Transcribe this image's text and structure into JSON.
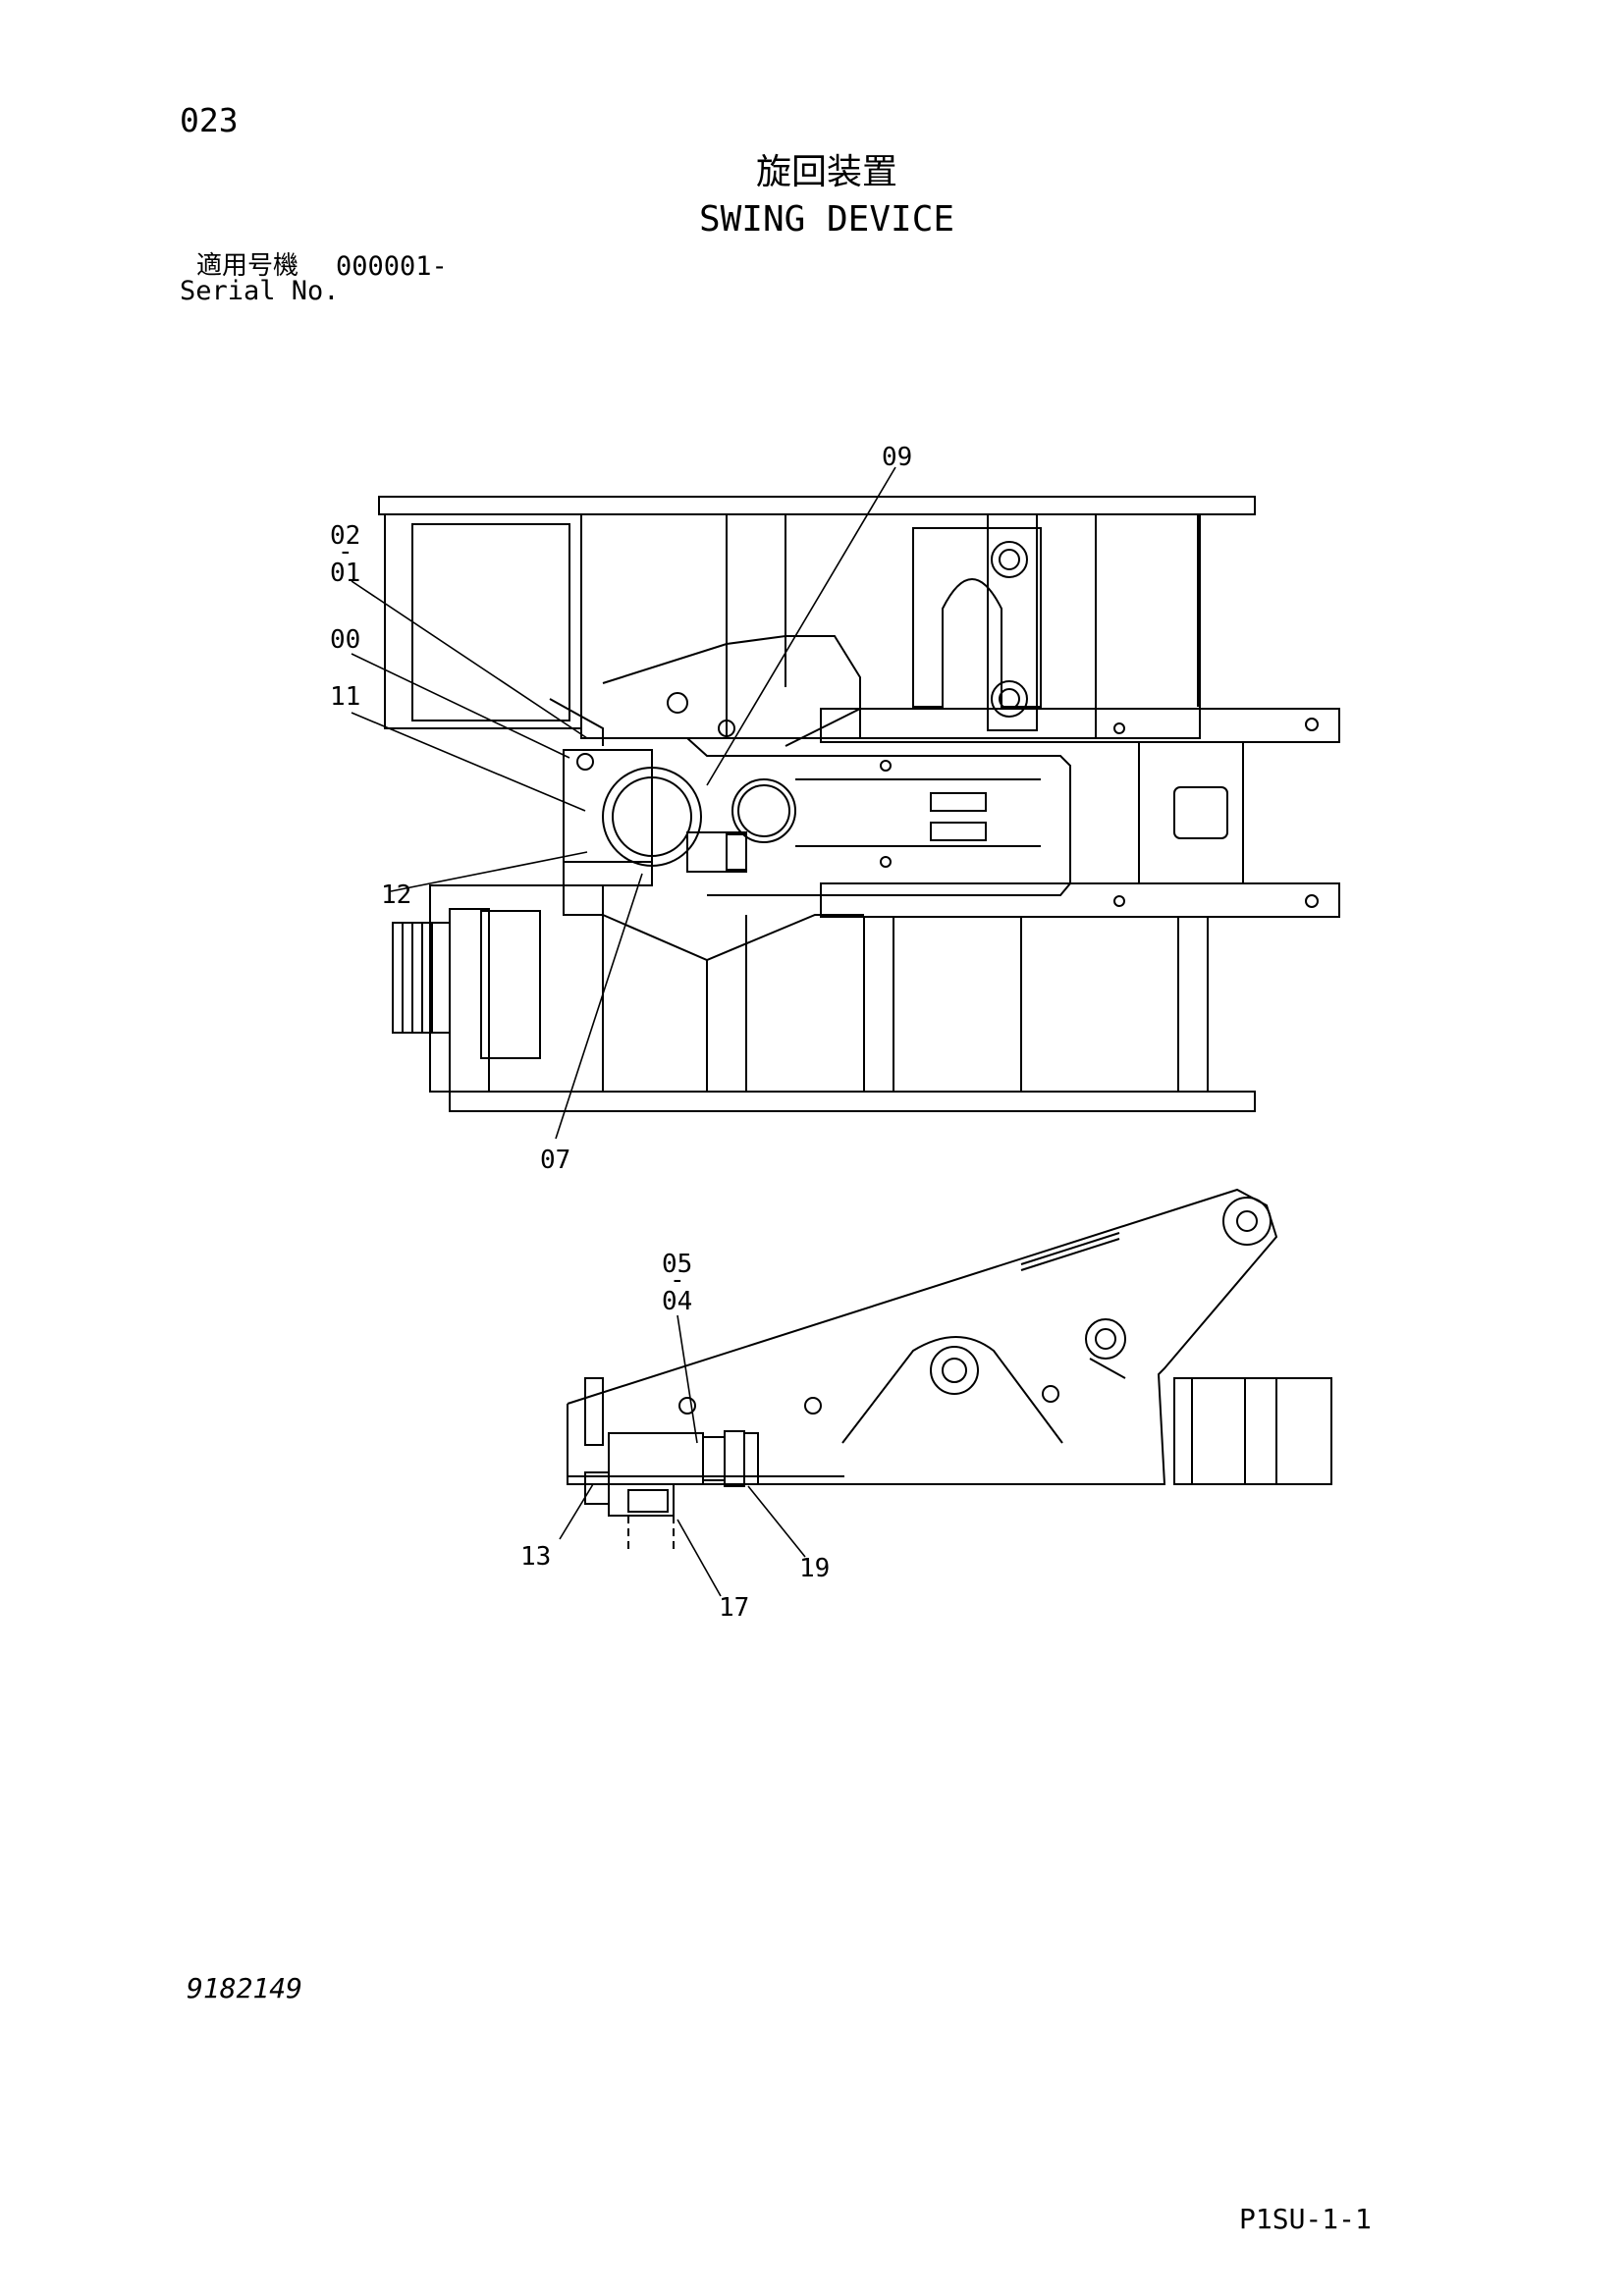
{
  "header": {
    "page_number": "023",
    "title_japanese": "旋回装置",
    "title_english": "SWING DEVICE",
    "serial_label_japanese": "適用号機",
    "serial_value": "000001-",
    "serial_label_english": "Serial No."
  },
  "footer": {
    "document_id": "9182149",
    "page_code": "P1SU-1-1"
  },
  "diagram": {
    "top_view_callouts": [
      "09",
      "02",
      "-",
      "01",
      "00",
      "11",
      "12",
      "07"
    ],
    "side_view_callouts": [
      "05",
      "-",
      "04",
      "13",
      "19",
      "17"
    ]
  }
}
